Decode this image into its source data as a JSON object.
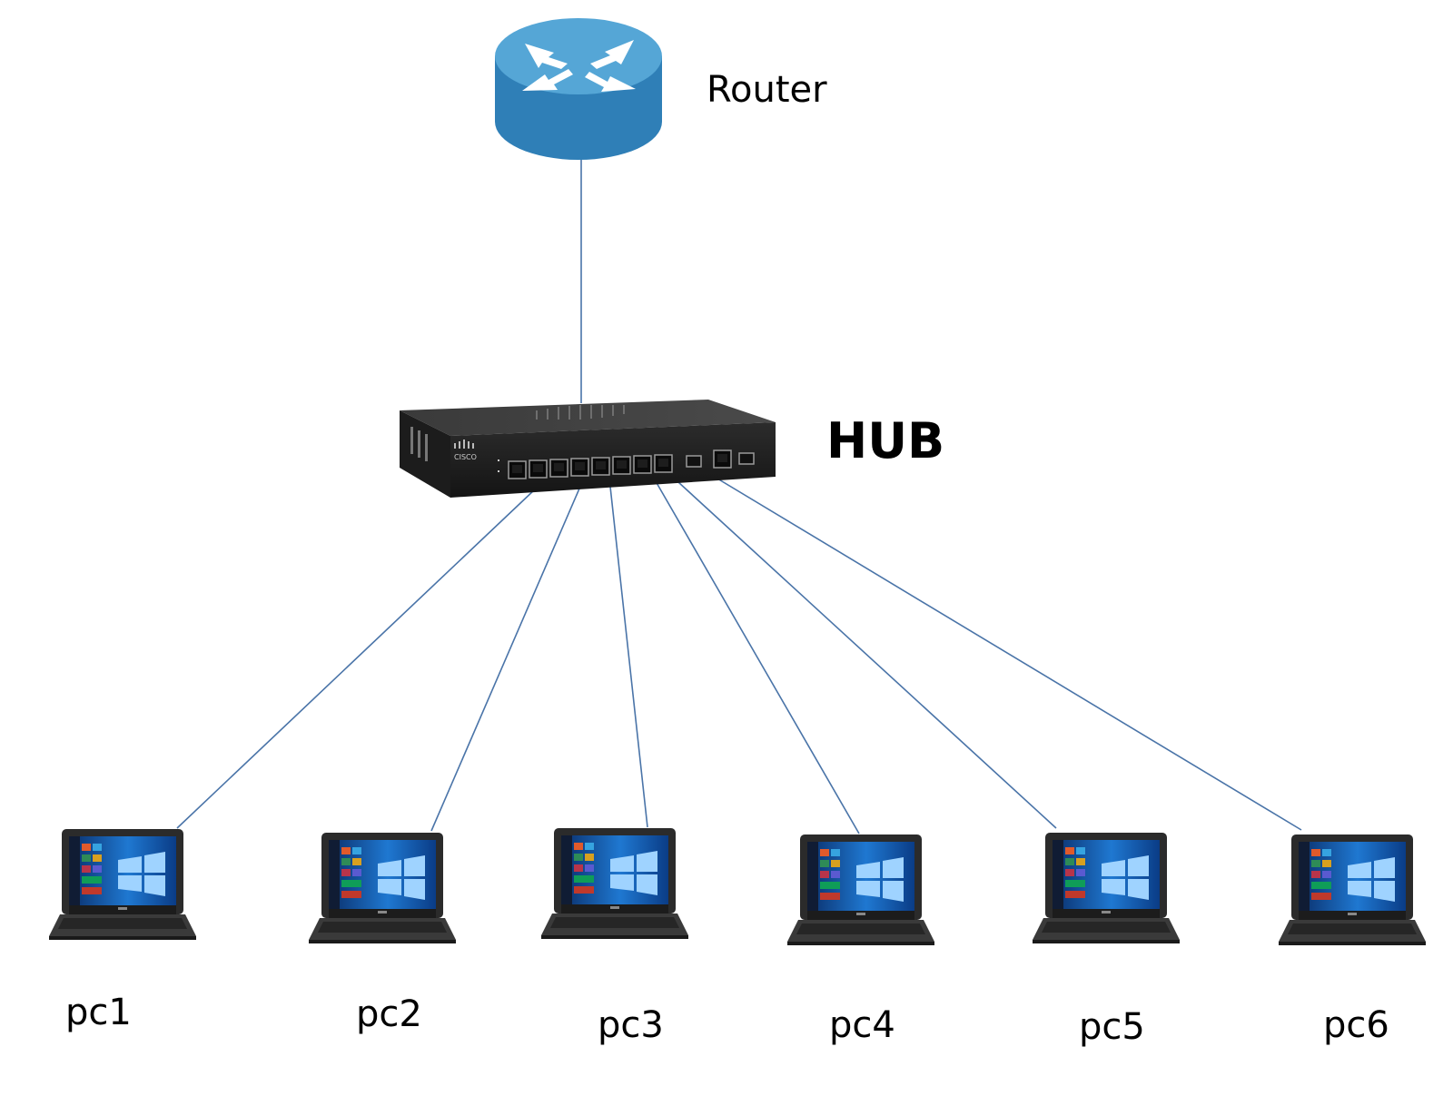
{
  "router": {
    "label": "Router"
  },
  "hub": {
    "label": "HUB",
    "brand": "CISCO"
  },
  "pcs": [
    {
      "label": "pc1"
    },
    {
      "label": "pc2"
    },
    {
      "label": "pc3"
    },
    {
      "label": "pc4"
    },
    {
      "label": "pc5"
    },
    {
      "label": "pc6"
    }
  ],
  "colors": {
    "link_line": "#4a74a8",
    "router_top": "#55a6d6",
    "router_side": "#2f7fb7",
    "hub_body": "#262626",
    "laptop_body": "#2b2b2b",
    "screen_blue": "#1f78d1"
  }
}
